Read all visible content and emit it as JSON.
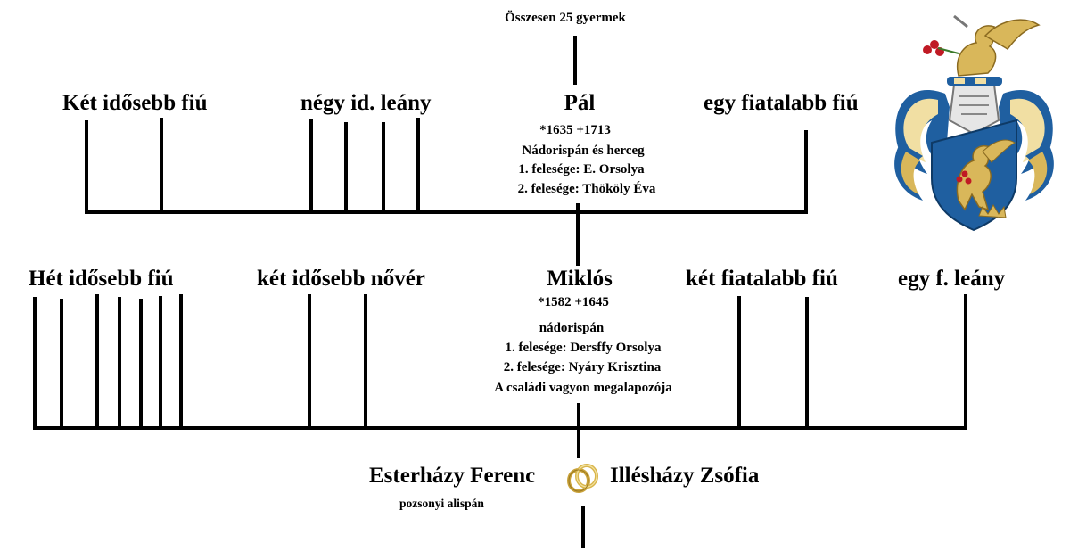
{
  "diagram": {
    "total_children": "Összesen 25 gyermek",
    "gen2": {
      "left_group_label": "Két idősebb fiú",
      "sisters_label": "négy id. leány",
      "main_name": "Pál",
      "main_dates": "*1635 +1713",
      "main_title": "Nádorispán és herceg",
      "wife1": "1. felesége: E. Orsolya",
      "wife2": "2. felesége: Thököly Éva",
      "right_group_label": "egy fiatalabb fiú"
    },
    "gen1": {
      "left_group_label": "Hét idősebb fiú",
      "sisters_label": "két idősebb nővér",
      "main_name": "Miklós",
      "main_dates": "*1582 +1645",
      "main_title": "nádorispán",
      "wife1": "1. felesége: Dersffy Orsolya",
      "wife2": "2. felesége: Nyáry Krisztina",
      "note": "A családi vagyon megalapozója",
      "right_group_label": "két fiatalabb fiú",
      "far_right_label": "egy f. leány"
    },
    "gen0": {
      "father_name": "Esterházy Ferenc",
      "father_title": "pozsonyi alispán",
      "mother_name": "Illésházy Zsófia"
    }
  },
  "colors": {
    "line": "#000000",
    "coat_blue": "#1f5fa0",
    "coat_gold": "#d9b75a",
    "coat_gold_light": "#f1dfa3",
    "coat_red": "#c01a24",
    "ring_gold": "#c9a23a"
  },
  "icons": {
    "coat_of_arms": "griffin-coat-of-arms-icon",
    "wedding_rings": "wedding-rings-icon"
  }
}
